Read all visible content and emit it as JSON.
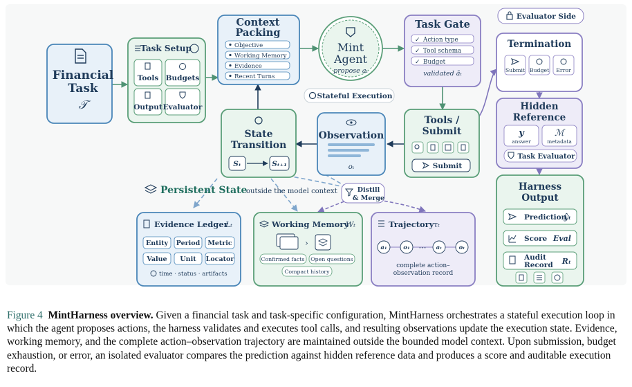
{
  "financial_task": {
    "title_line1": "Financial",
    "title_line2": "Task",
    "symbol": "𝒯"
  },
  "task_setup": {
    "title": "Task Setup",
    "items": [
      "Tools",
      "Budgets",
      "Output",
      "Evaluator"
    ]
  },
  "context_packing": {
    "title_line1": "Context",
    "title_line2": "Packing",
    "items": [
      "Objective",
      "Working Memory",
      "Evidence",
      "Recent Turns"
    ]
  },
  "mint_agent": {
    "title_line1": "Mint",
    "title_line2": "Agent",
    "subtitle": "propose aₜ"
  },
  "stateful_execution": "Stateful Execution",
  "task_gate": {
    "title": "Task Gate",
    "items": [
      "Action type",
      "Tool schema",
      "Budget"
    ],
    "footer": "validated ãₜ"
  },
  "evaluator_side": "Evaluator Side",
  "termination": {
    "title": "Termination",
    "items": [
      "Submit",
      "Budget",
      "Error"
    ]
  },
  "hidden_reference": {
    "title_line1": "Hidden",
    "title_line2": "Reference",
    "y_symbol": "y",
    "y_label": "answer",
    "m_symbol": "ℳ",
    "m_label": "metadata",
    "evaluator": "Task Evaluator"
  },
  "harness_output": {
    "title_line1": "Harness",
    "title_line2": "Output",
    "rows": [
      {
        "label": "Prediction",
        "symbol": "ŷₜ"
      },
      {
        "label": "Score",
        "symbol": "Eval"
      },
      {
        "label_line1": "Audit",
        "label_line2": "Record",
        "symbol": "Rₜ"
      }
    ]
  },
  "tools_submit": {
    "title_line1": "Tools /",
    "title_line2": "Submit",
    "submit": "Submit"
  },
  "observation": {
    "title": "Observation",
    "symbol": "oₜ"
  },
  "state_transition": {
    "title_line1": "State",
    "title_line2": "Transition",
    "from": "Sₜ",
    "to": "Sₜ₊₁"
  },
  "persistent_state": {
    "title": "Persistent State",
    "subtitle": "outside the model context"
  },
  "distill": {
    "line1": "Distill",
    "line2": "& Merge"
  },
  "evidence_ledger": {
    "title": "Evidence Ledger",
    "symbol": "Lₜ",
    "fields": [
      "Entity",
      "Period",
      "Metric",
      "Value",
      "Unit",
      "Locator"
    ],
    "footer": "time · status · artifacts"
  },
  "working_memory": {
    "title": "Working Memory",
    "symbol": "Wₜ",
    "tags": [
      "Confirmed facts",
      "Open questions",
      "Compact history"
    ]
  },
  "trajectory": {
    "title": "Trajectory",
    "symbol": "τₜ",
    "nodes": [
      "a₁",
      "o₁",
      "⋯",
      "aₜ",
      "oₜ"
    ],
    "footer_line1": "complete action–",
    "footer_line2": "observation record"
  },
  "caption": {
    "figure": "Figure 4",
    "title": "MintHarness overview.",
    "text": "Given a financial task and task-specific configuration, MintHarness orchestrates a stateful execution loop in which the agent proposes actions, the harness validates and executes tool calls, and resulting observations update the execution state. Evidence, working memory, and the complete action–observation trajectory are maintained outside the bounded model context. Upon submission, budget exhaustion, or error, an isolated evaluator compares the prediction against hidden reference data and produces a score and auditable execution record."
  },
  "colors": {
    "blue": "#4a86b8",
    "green": "#5a9e78",
    "purple": "#8a7fc2",
    "navy": "#1f3b5a"
  }
}
